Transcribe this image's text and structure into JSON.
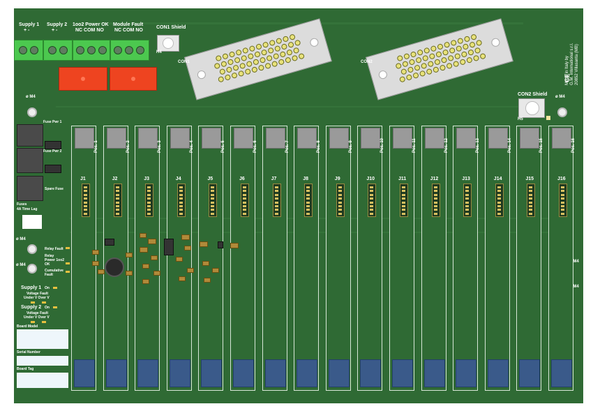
{
  "board": {
    "color": "#2f6a34",
    "silk_color": "#ffffff"
  },
  "terminals": {
    "supply1": {
      "title": "Supply 1",
      "pins": "+ -"
    },
    "supply2": {
      "title": "Supply 2",
      "pins": "+ -"
    },
    "power_ok": {
      "title": "1oo2 Power OK",
      "pins": "NC COM NO"
    },
    "module_fault": {
      "title": "Module Fault",
      "pins": "NC COM NO"
    }
  },
  "shields": {
    "con1": "CON1 Shield",
    "con2": "CON2 Shield",
    "h4": "H4",
    "h5": "H5"
  },
  "connectors": {
    "con1": "CON1",
    "con2": "CON2"
  },
  "mounting": {
    "label": "ø M4"
  },
  "fuses": {
    "fuse1": "Fuse Pwr 1",
    "fuse2": "Fuse Pwr 2",
    "spare": "Spare Fuse",
    "rating1": "Fuses",
    "rating2": "4A Time Lag"
  },
  "indicators": {
    "relay_fault": "Relay Fault",
    "relay_power1": "Relay",
    "relay_power2": "Power 1oo2",
    "relay_power3": "OK",
    "cumulative1": "Cumulative",
    "cumulative2": "Fault"
  },
  "supply_status": {
    "s1": {
      "name": "Supply 1",
      "on": "On",
      "vf": "Voltage Fault",
      "uv": "Under V Over V"
    },
    "s2": {
      "name": "Supply 2",
      "on": "On",
      "vf": "Voltage Fault",
      "uv": "Under V Over V"
    }
  },
  "info_fields": {
    "model": "Board Model",
    "serial": "Serial Number",
    "tag": "Board Tag"
  },
  "manufacturer": {
    "line1": "Made in Italy by",
    "line2": "G.M. International s.r.l.",
    "line3": "20852 Villasanta (MB)"
  },
  "ce_mark": "CE",
  "slots": [
    {
      "pos": "Pos. 1",
      "j": "J1"
    },
    {
      "pos": "Pos. 2",
      "j": "J2"
    },
    {
      "pos": "Pos. 3",
      "j": "J3"
    },
    {
      "pos": "Pos. 4",
      "j": "J4"
    },
    {
      "pos": "Pos. 5",
      "j": "J5"
    },
    {
      "pos": "Pos. 6",
      "j": "J6"
    },
    {
      "pos": "Pos. 7",
      "j": "J7"
    },
    {
      "pos": "Pos. 8",
      "j": "J8"
    },
    {
      "pos": "Pos. 9",
      "j": "J9"
    },
    {
      "pos": "Pos. 10",
      "j": "J10"
    },
    {
      "pos": "Pos. 11",
      "j": "J11"
    },
    {
      "pos": "Pos. 12",
      "j": "J12"
    },
    {
      "pos": "Pos. 13",
      "j": "J13"
    },
    {
      "pos": "Pos. 14",
      "j": "J14"
    },
    {
      "pos": "Pos. 15",
      "j": "J15"
    },
    {
      "pos": "Pos. 16",
      "j": "J16"
    }
  ]
}
